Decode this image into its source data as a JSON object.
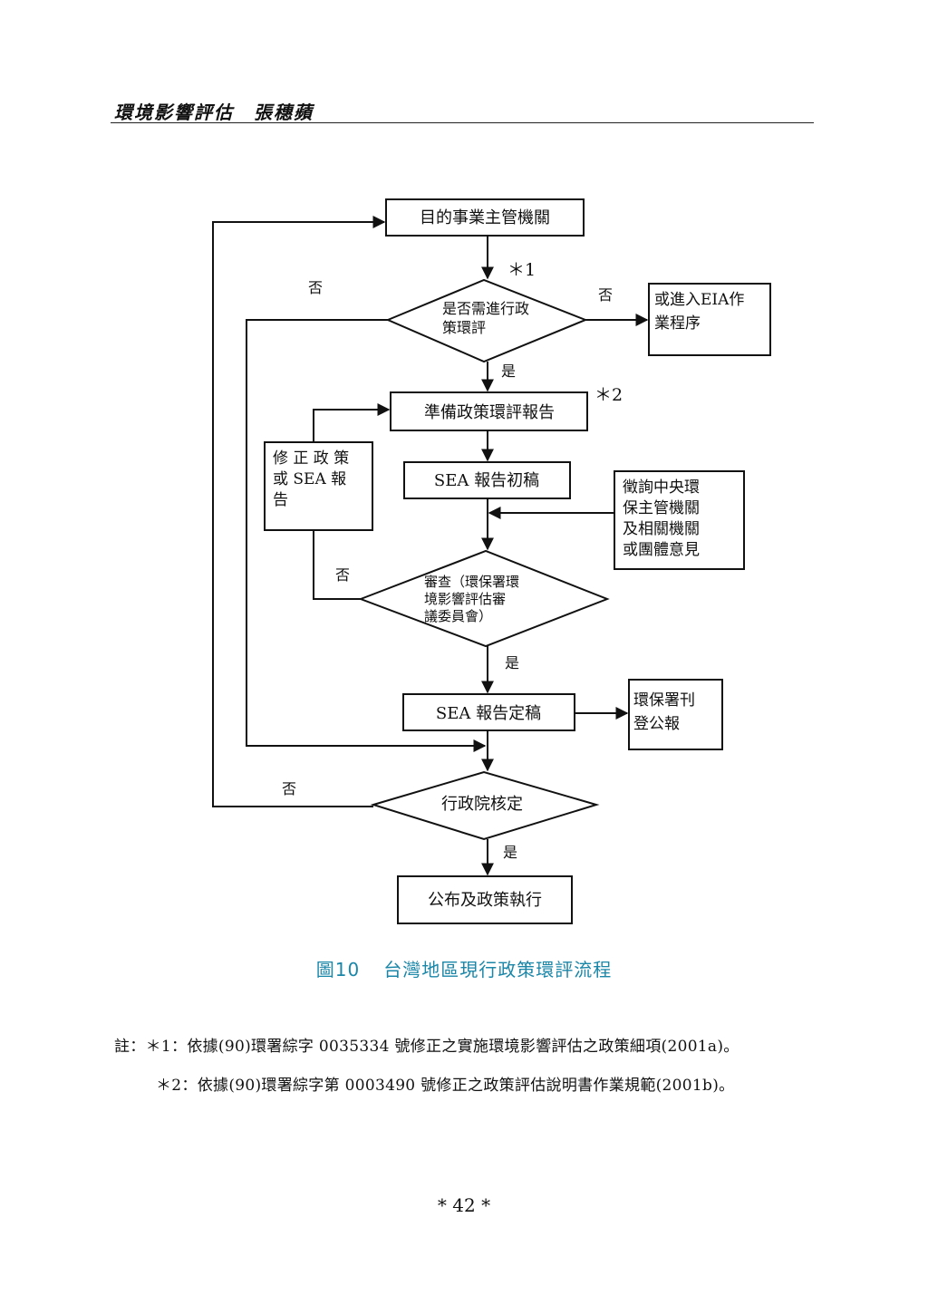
{
  "header": {
    "title": "環境影響評估",
    "author": "張穗蘋"
  },
  "flowchart": {
    "nodes": {
      "n1": "目的事業主管機關",
      "d1_line1": "是否需進行政",
      "d1_line2": "策環評",
      "eia_line1": "或進入EIA作",
      "eia_line2": "業程序",
      "n2": "準備政策環評報告",
      "n3": "SEA 報告初稿",
      "revise_line1": "修 正 政 策",
      "revise_line2": "或 SEA 報",
      "revise_line3": "告",
      "consult_line1": "徵詢中央環",
      "consult_line2": "保主管機關",
      "consult_line3": "及相關機關",
      "consult_line4": "或團體意見",
      "d2_line1": "審查（環保署環",
      "d2_line2": "境影響評估審",
      "d2_line3": "議委員會）",
      "n4": "SEA 報告定稿",
      "gazette_line1": "環保署刊",
      "gazette_line2": "登公報",
      "d3": "行政院核定",
      "n5": "公布及政策執行"
    },
    "labels": {
      "no": "否",
      "yes": "是",
      "mark1": "＊1",
      "mark2": "＊2"
    }
  },
  "caption": {
    "number": "圖10",
    "title": "台灣地區現行政策環評流程"
  },
  "notes": {
    "note1": "註：＊1：依據(90)環署綜字 0035334 號修正之實施環境影響評估之政策細項(2001a)。",
    "note2": "＊2：依據(90)環署綜字第 0003490 號修正之政策評估說明書作業規範(2001b)。"
  },
  "page_number": "*  42  *"
}
